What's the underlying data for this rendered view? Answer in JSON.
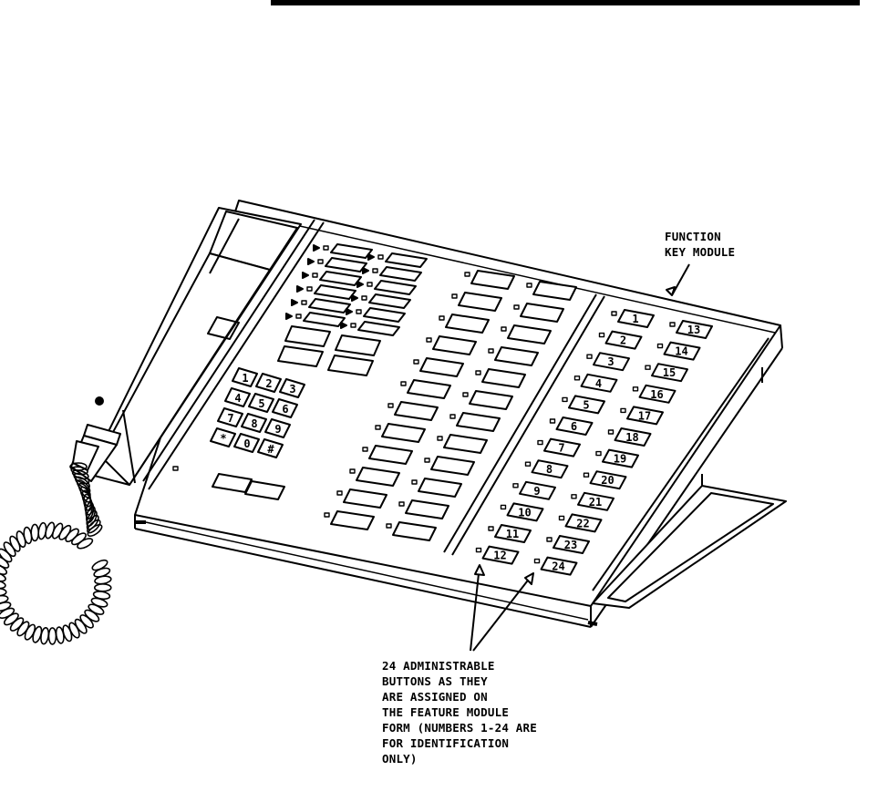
{
  "annotations": {
    "function_key_module": [
      "FUNCTION",
      "KEY MODULE"
    ],
    "administrable_buttons": [
      "24 ADMINISTRABLE",
      "BUTTONS AS THEY",
      "ARE ASSIGNED ON",
      "THE FEATURE MODULE",
      "FORM (NUMBERS 1-24 ARE",
      "FOR IDENTIFICATION",
      "ONLY)"
    ]
  },
  "keypad": {
    "keys": [
      "1",
      "2",
      "3",
      "4",
      "5",
      "6",
      "7",
      "8",
      "9",
      "*",
      "0",
      "#"
    ]
  },
  "module": {
    "left_column": [
      "1",
      "2",
      "3",
      "4",
      "5",
      "6",
      "7",
      "8",
      "9",
      "10",
      "11",
      "12"
    ],
    "right_column": [
      "13",
      "14",
      "15",
      "16",
      "17",
      "18",
      "19",
      "20",
      "21",
      "22",
      "23",
      "24"
    ]
  }
}
